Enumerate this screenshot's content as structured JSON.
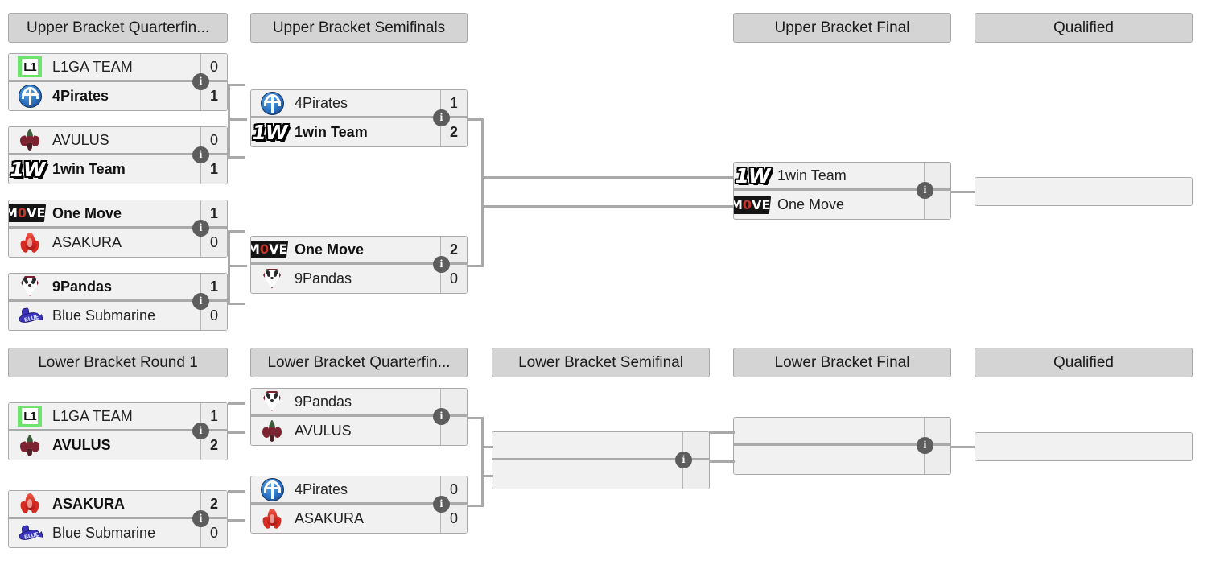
{
  "rounds": {
    "ub_qf": {
      "label": "Upper Bracket Quarterfin..."
    },
    "ub_sf": {
      "label": "Upper Bracket Semifinals"
    },
    "ub_f": {
      "label": "Upper Bracket Final"
    },
    "ub_q": {
      "label": "Qualified"
    },
    "lb_r1": {
      "label": "Lower Bracket Round 1"
    },
    "lb_qf": {
      "label": "Lower Bracket Quarterfin..."
    },
    "lb_sf": {
      "label": "Lower Bracket Semifinal"
    },
    "lb_f": {
      "label": "Lower Bracket Final"
    },
    "lb_q": {
      "label": "Qualified"
    }
  },
  "icons": {
    "info": "i",
    "info_name": "info-icon"
  },
  "colors": {
    "header_bg": "#d4d4d4",
    "header_border": "#a8a8a8",
    "match_bg": "#f1f1f1",
    "score_bg": "#ededed",
    "line": "#a9a9a9",
    "info_badge": "#5d5d5d",
    "l1ga_green": "#6ee36e",
    "avulus_maroon": "#7d2230",
    "asakura_red": "#d62b22",
    "pirates_blue": "#2a6fc0",
    "move_red": "#c0392b",
    "submarine_blue": "#3b34b8"
  },
  "matches": {
    "ubqf1": {
      "top": {
        "team": "L1GA TEAM",
        "score": "0",
        "winner": false,
        "logo": "l1ga"
      },
      "bottom": {
        "team": "4Pirates",
        "score": "1",
        "winner": true,
        "logo": "pirates"
      }
    },
    "ubqf2": {
      "top": {
        "team": "AVULUS",
        "score": "0",
        "winner": false,
        "logo": "avulus"
      },
      "bottom": {
        "team": "1win Team",
        "score": "1",
        "winner": true,
        "logo": "1win"
      }
    },
    "ubqf3": {
      "top": {
        "team": "One Move",
        "score": "1",
        "winner": true,
        "logo": "move"
      },
      "bottom": {
        "team": "ASAKURA",
        "score": "0",
        "winner": false,
        "logo": "asakura"
      }
    },
    "ubqf4": {
      "top": {
        "team": "9Pandas",
        "score": "1",
        "winner": true,
        "logo": "9pandas"
      },
      "bottom": {
        "team": "Blue Submarine",
        "score": "0",
        "winner": false,
        "logo": "sub"
      }
    },
    "ubsf1": {
      "top": {
        "team": "4Pirates",
        "score": "1",
        "winner": false,
        "logo": "pirates"
      },
      "bottom": {
        "team": "1win Team",
        "score": "2",
        "winner": true,
        "logo": "1win"
      }
    },
    "ubsf2": {
      "top": {
        "team": "One Move",
        "score": "2",
        "winner": true,
        "logo": "move"
      },
      "bottom": {
        "team": "9Pandas",
        "score": "0",
        "winner": false,
        "logo": "9pandas"
      }
    },
    "ubf": {
      "top": {
        "team": "1win Team",
        "score": "",
        "winner": false,
        "logo": "1win"
      },
      "bottom": {
        "team": "One Move",
        "score": "",
        "winner": false,
        "logo": "move"
      }
    },
    "ubqual": {
      "top": {
        "team": "",
        "score": "",
        "winner": false,
        "logo": "none"
      }
    },
    "lbr1a": {
      "top": {
        "team": "L1GA TEAM",
        "score": "1",
        "winner": false,
        "logo": "l1ga"
      },
      "bottom": {
        "team": "AVULUS",
        "score": "2",
        "winner": true,
        "logo": "avulus"
      }
    },
    "lbr1b": {
      "top": {
        "team": "ASAKURA",
        "score": "2",
        "winner": true,
        "logo": "asakura"
      },
      "bottom": {
        "team": "Blue Submarine",
        "score": "0",
        "winner": false,
        "logo": "sub"
      }
    },
    "lbqf1": {
      "top": {
        "team": "9Pandas",
        "score": "",
        "winner": false,
        "logo": "9pandas"
      },
      "bottom": {
        "team": "AVULUS",
        "score": "",
        "winner": false,
        "logo": "avulus"
      }
    },
    "lbqf2": {
      "top": {
        "team": "4Pirates",
        "score": "0",
        "winner": false,
        "logo": "pirates"
      },
      "bottom": {
        "team": "ASAKURA",
        "score": "0",
        "winner": false,
        "logo": "asakura"
      }
    },
    "lbsf": {
      "top": {
        "team": "",
        "score": "",
        "winner": false,
        "logo": "none"
      },
      "bottom": {
        "team": "",
        "score": "",
        "winner": false,
        "logo": "none"
      }
    },
    "lbf": {
      "top": {
        "team": "",
        "score": "",
        "winner": false,
        "logo": "none"
      },
      "bottom": {
        "team": "",
        "score": "",
        "winner": false,
        "logo": "none"
      }
    },
    "lbqual": {
      "top": {
        "team": "",
        "score": "",
        "winner": false,
        "logo": "none"
      }
    }
  }
}
